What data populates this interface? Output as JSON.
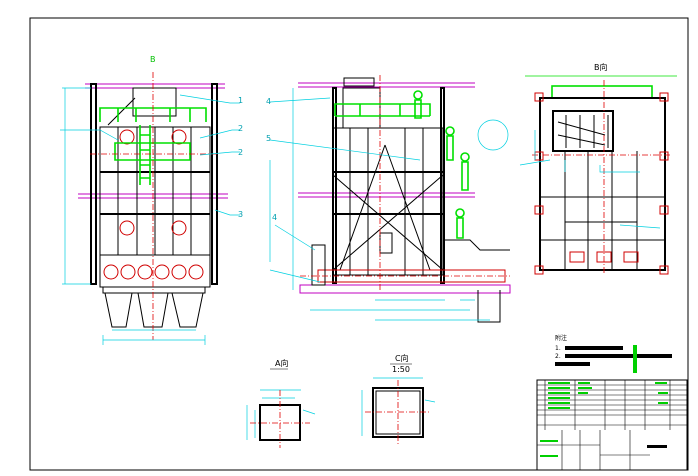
{
  "drawing": {
    "view_labels": {
      "top_marker": "B",
      "b_view": "B向",
      "a_view": "A向",
      "c_view": "C向",
      "c_scale": "1:50"
    },
    "leader_numbers": {
      "left": [
        "1",
        "2",
        "2",
        "3"
      ],
      "middle": [
        "4",
        "5",
        "4"
      ]
    },
    "notes": {
      "heading": "附注",
      "line1": "1. ",
      "line2": "2. "
    },
    "colors": {
      "outline": "#000000",
      "centerline": "#e00000",
      "platform": "#00e000",
      "dimension": "#00d0e0",
      "beam": "#c000c0"
    }
  }
}
